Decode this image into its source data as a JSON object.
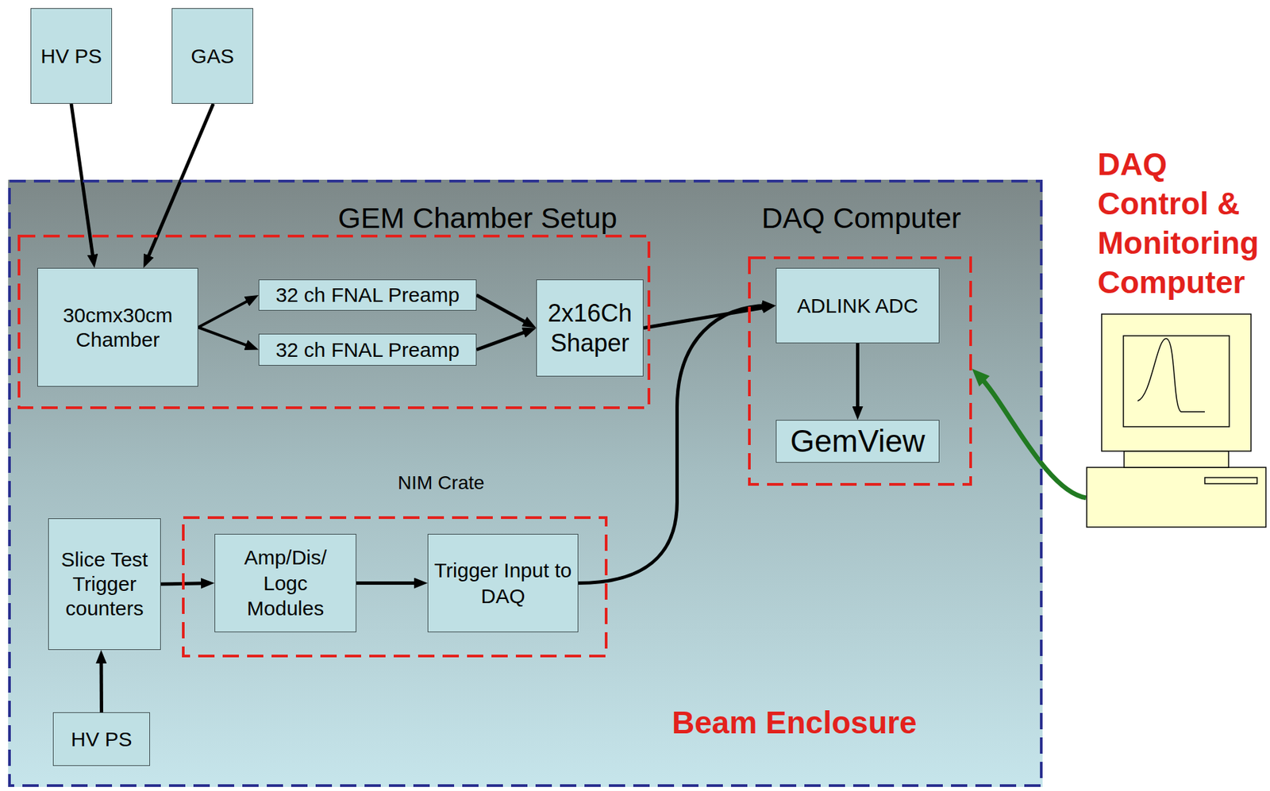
{
  "diagram": {
    "nodes": [
      {
        "text": [
          "HV PS"
        ]
      },
      {
        "text": [
          "GAS"
        ]
      },
      {
        "text": [
          "Beam Enclosure"
        ]
      },
      {
        "text": [
          "GEM Chamber Setup"
        ],
        "in": 2
      },
      {
        "text": [
          "30cmx30cm Chamber"
        ],
        "in": 3
      },
      {
        "text": [
          "32 ch FNAL Preamp"
        ],
        "in": 3
      },
      {
        "text": [
          "32 ch FNAL Preamp"
        ],
        "in": 3
      },
      {
        "text": [
          "2x16Ch Shaper"
        ],
        "in": 3
      },
      {
        "text": [
          "DAQ Computer"
        ],
        "in": 2
      },
      {
        "text": [
          "ADLINK ADC"
        ],
        "in": 8
      },
      {
        "text": [
          "GemView"
        ],
        "in": 8
      },
      {
        "text": [
          "NIM Crate"
        ],
        "in": 2
      },
      {
        "text": [
          "Slice Test Trigger counters"
        ],
        "in": 2
      },
      {
        "text": [
          "Amp/Dis/ Logc Modules"
        ],
        "in": 11
      },
      {
        "text": [
          "Trigger Input to DAQ"
        ],
        "in": 11
      },
      {
        "text": [
          "HV PS"
        ],
        "in": 2
      },
      {
        "text": [
          "DAQ Control & Monitoring Computer"
        ]
      }
    ],
    "edges": [
      {
        "from": 0,
        "to": 4,
        "arrow": "to"
      },
      {
        "from": 1,
        "to": 4,
        "arrow": "to"
      },
      {
        "from": 4,
        "to": 5,
        "arrow": "to"
      },
      {
        "from": 4,
        "to": 6,
        "arrow": "to"
      },
      {
        "from": 5,
        "to": 7,
        "arrow": "to"
      },
      {
        "from": 6,
        "to": 7,
        "arrow": "to"
      },
      {
        "from": 7,
        "to": 9,
        "arrow": "to"
      },
      {
        "from": 12,
        "to": 13,
        "arrow": "to"
      },
      {
        "from": 13,
        "to": 14,
        "arrow": "to"
      },
      {
        "from": 14,
        "to": 9,
        "arrow": "to"
      },
      {
        "from": 9,
        "to": 10,
        "arrow": "to"
      },
      {
        "from": 15,
        "to": 12,
        "arrow": "to"
      },
      {
        "from": 16,
        "to": 8,
        "arrow": "to"
      }
    ]
  }
}
